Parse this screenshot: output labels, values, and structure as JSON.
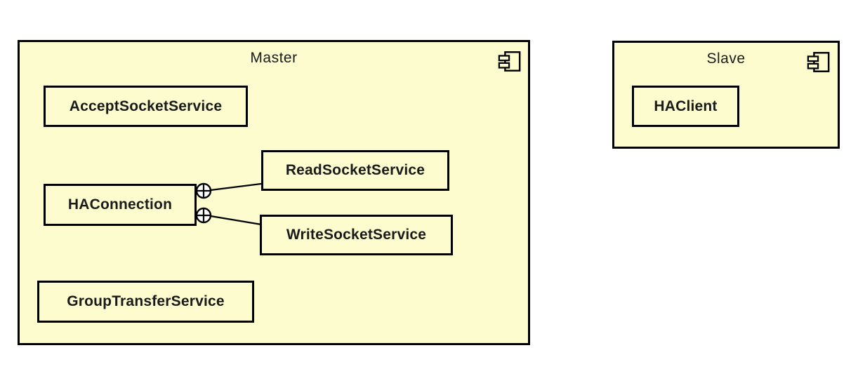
{
  "diagram": {
    "type": "uml-component-diagram",
    "colors": {
      "component_fill": "#FCFCCE",
      "border": "#000000",
      "text": "#1A1A1A",
      "anchor_fill": "#FFFFFF",
      "canvas": "#FFFFFF"
    },
    "master": {
      "title": "Master",
      "icon": "uml-component-icon",
      "nodes": {
        "accept_socket_service": "AcceptSocketService",
        "ha_connection": "HAConnection",
        "read_socket_service": "ReadSocketService",
        "write_socket_service": "WriteSocketService",
        "group_transfer_service": "GroupTransferService"
      }
    },
    "slave": {
      "title": "Slave",
      "icon": "uml-component-icon",
      "nodes": {
        "ha_client": "HAClient"
      }
    },
    "connections": [
      {
        "from": "HAConnection",
        "to": "ReadSocketService",
        "anchor": "circle-plus-containment"
      },
      {
        "from": "HAConnection",
        "to": "WriteSocketService",
        "anchor": "circle-plus-containment"
      }
    ]
  }
}
